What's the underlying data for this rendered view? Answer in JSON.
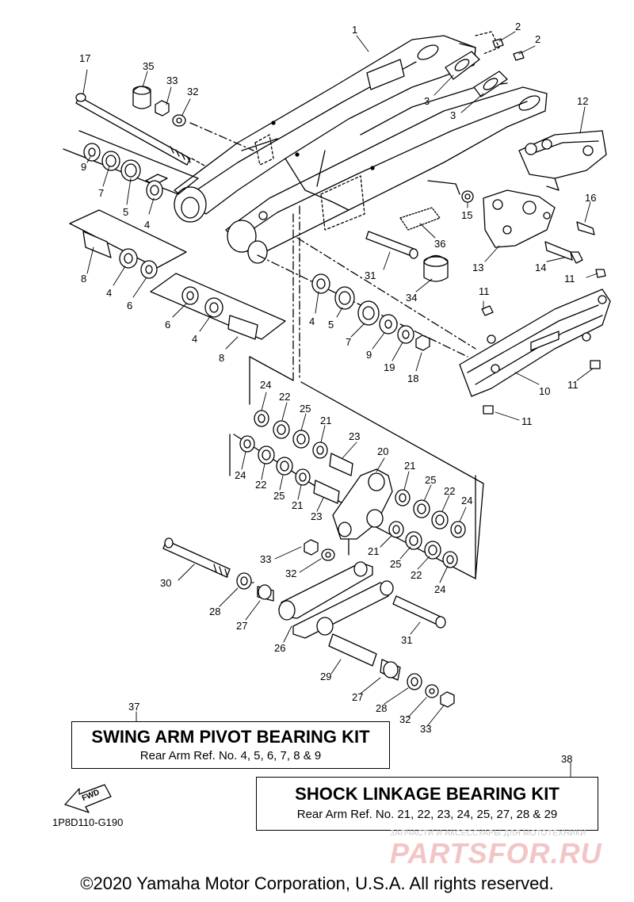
{
  "callouts": {
    "c1": "1",
    "c2a": "2",
    "c2b": "2",
    "c3a": "3",
    "c3b": "3",
    "c4a": "4",
    "c4b": "4",
    "c4c": "4",
    "c4d": "4",
    "c5a": "5",
    "c5b": "5",
    "c6a": "6",
    "c6b": "6",
    "c7a": "7",
    "c7b": "7",
    "c8a": "8",
    "c8b": "8",
    "c9a": "9",
    "c9b": "9",
    "c10": "10",
    "c11a": "11",
    "c11b": "11",
    "c11c": "11",
    "c11d": "11",
    "c12": "12",
    "c13": "13",
    "c14": "14",
    "c15": "15",
    "c16": "16",
    "c17": "17",
    "c18": "18",
    "c19": "19",
    "c20": "20",
    "c21a": "21",
    "c21b": "21",
    "c21c": "21",
    "c21d": "21",
    "c22a": "22",
    "c22b": "22",
    "c22c": "22",
    "c22d": "22",
    "c23a": "23",
    "c23b": "23",
    "c24a": "24",
    "c24b": "24",
    "c24c": "24",
    "c24d": "24",
    "c25a": "25",
    "c25b": "25",
    "c25c": "25",
    "c25d": "25",
    "c26": "26",
    "c27a": "27",
    "c27b": "27",
    "c28a": "28",
    "c28b": "28",
    "c29": "29",
    "c30": "30",
    "c31a": "31",
    "c31b": "31",
    "c32a": "32",
    "c32b": "32",
    "c32c": "32",
    "c33a": "33",
    "c33b": "33",
    "c33c": "33",
    "c34": "34",
    "c35": "35",
    "c36": "36",
    "c37": "37",
    "c38": "38"
  },
  "kits": {
    "swing_arm": {
      "ref": "37",
      "title": "SWING ARM PIVOT BEARING KIT",
      "subtitle": "Rear Arm Ref. No. 4, 5, 6, 7, 8 & 9"
    },
    "shock_linkage": {
      "ref": "38",
      "title": "SHOCK LINKAGE BEARING KIT",
      "subtitle": "Rear Arm Ref. No. 21, 22, 23, 24, 25, 27, 28 & 29"
    }
  },
  "fwd_label": "FWD",
  "diagram_code": "1P8D110-G190",
  "watermark": {
    "small": "ЗАПЧАСТИ И АКСЕССУАРЫ ДЛЯ МОТОТЕХНИКИ",
    "big": "PARTSFOR.RU"
  },
  "copyright": "©2020 Yamaha Motor Corporation, U.S.A. All rights reserved."
}
